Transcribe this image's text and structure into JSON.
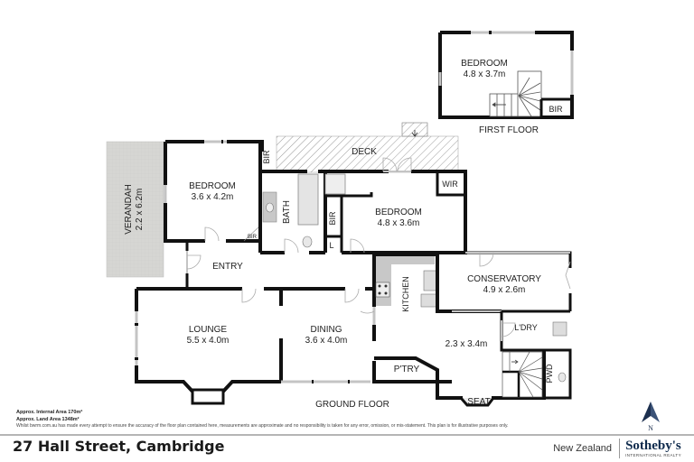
{
  "property": {
    "address": "27 Hall Street, Cambridge"
  },
  "floors": {
    "first": {
      "label": "FIRST FLOOR",
      "rooms": [
        {
          "name": "BEDROOM",
          "size": "4.8 x 3.7m"
        },
        {
          "name": "BIR",
          "size": ""
        }
      ]
    },
    "ground": {
      "label": "GROUND FLOOR",
      "rooms": {
        "verandah": {
          "name": "VERANDAH",
          "size": "2.2 x 6.2m"
        },
        "bedroom1": {
          "name": "BEDROOM",
          "size": "3.6 x 4.2m"
        },
        "bir1": {
          "name": "BIR"
        },
        "bir1b": {
          "name": "BIR"
        },
        "bath": {
          "name": "BATH"
        },
        "bir2": {
          "name": "BIR"
        },
        "linen": {
          "name": "L"
        },
        "deck": {
          "name": "DECK"
        },
        "wir": {
          "name": "WIR"
        },
        "bedroom2": {
          "name": "BEDROOM",
          "size": "4.8 x 3.6m"
        },
        "entry": {
          "name": "ENTRY"
        },
        "kitchen": {
          "name": "KITCHEN"
        },
        "conservatory": {
          "name": "CONSERVATORY",
          "size": "4.9 x 2.6m"
        },
        "lounge": {
          "name": "LOUNGE",
          "size": "5.5 x 4.0m"
        },
        "dining": {
          "name": "DINING",
          "size": "3.6 x 4.0m"
        },
        "family": {
          "name": "",
          "size": "2.3 x 3.4m"
        },
        "laundry": {
          "name": "L'DRY"
        },
        "pantry": {
          "name": "P'TRY"
        },
        "powder": {
          "name": "PWD"
        },
        "seat": {
          "name": "SEAT"
        }
      }
    }
  },
  "notes": {
    "internal_area": "Approx. Internal Area 170m²",
    "land_area": "Approx. Land Area 1348m²",
    "disclaimer": "Whilst bwrm.com.au has made every attempt to ensure the accuracy of the floor plan contained here, measurements are approximate and no responsibility is taken for any error, omission, or mis-statement. This plan is for illustrative purposes only."
  },
  "compass": {
    "label": "N",
    "color": "#1c2f4f"
  },
  "branding": {
    "region": "New Zealand",
    "name": "Sotheby's",
    "subtitle": "INTERNATIONAL REALTY",
    "color": "#0e2a4c"
  },
  "colors": {
    "wall": "#111111",
    "verandah_fill": "#d6d6d3",
    "kitchen_fill": "#c8c8c8",
    "window": "#c4c4c4",
    "divider": "#b5b5b5"
  }
}
